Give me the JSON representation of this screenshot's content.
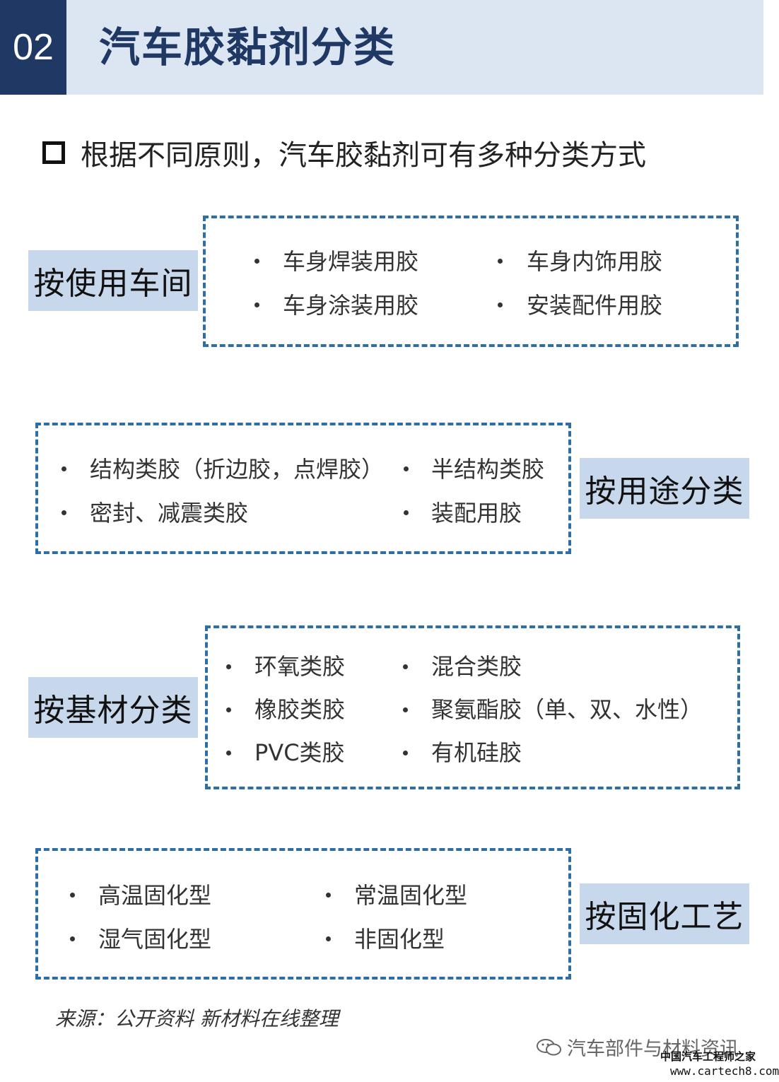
{
  "header": {
    "number": "02",
    "title": "汽车胶黏剂分类"
  },
  "intro": {
    "text": "根据不同原则，汽车胶黏剂可有多种分类方式"
  },
  "sections": [
    {
      "label": "按使用车间",
      "items": [
        "车身焊装用胶",
        "车身内饰用胶",
        "车身涂装用胶",
        "安装配件用胶"
      ]
    },
    {
      "label": "按用途分类",
      "items": [
        "结构类胶（折边胶，点焊胶）",
        "半结构类胶",
        "密封、减震类胶",
        "装配用胶"
      ]
    },
    {
      "label": "按基材分类",
      "items": [
        "环氧类胶",
        "混合类胶",
        "橡胶类胶",
        "聚氨酯胶（单、双、水性）",
        "PVC类胶",
        "有机硅胶"
      ]
    },
    {
      "label": "按固化工艺",
      "items": [
        "高温固化型",
        "常温固化型",
        "湿气固化型",
        "非固化型"
      ]
    }
  ],
  "source": "来源：公开资料 新材料在线整理",
  "watermark": {
    "account": "汽车部件与材料资讯",
    "site_name": "中国汽车工程师之家",
    "site_url": "www.cartech8.com"
  },
  "colors": {
    "header_bg": "#dce6f2",
    "header_num_bg": "#1f3864",
    "title": "#1f3864",
    "dashed_border": "#2e6ea6",
    "label_bg": "#c8d8ec"
  }
}
